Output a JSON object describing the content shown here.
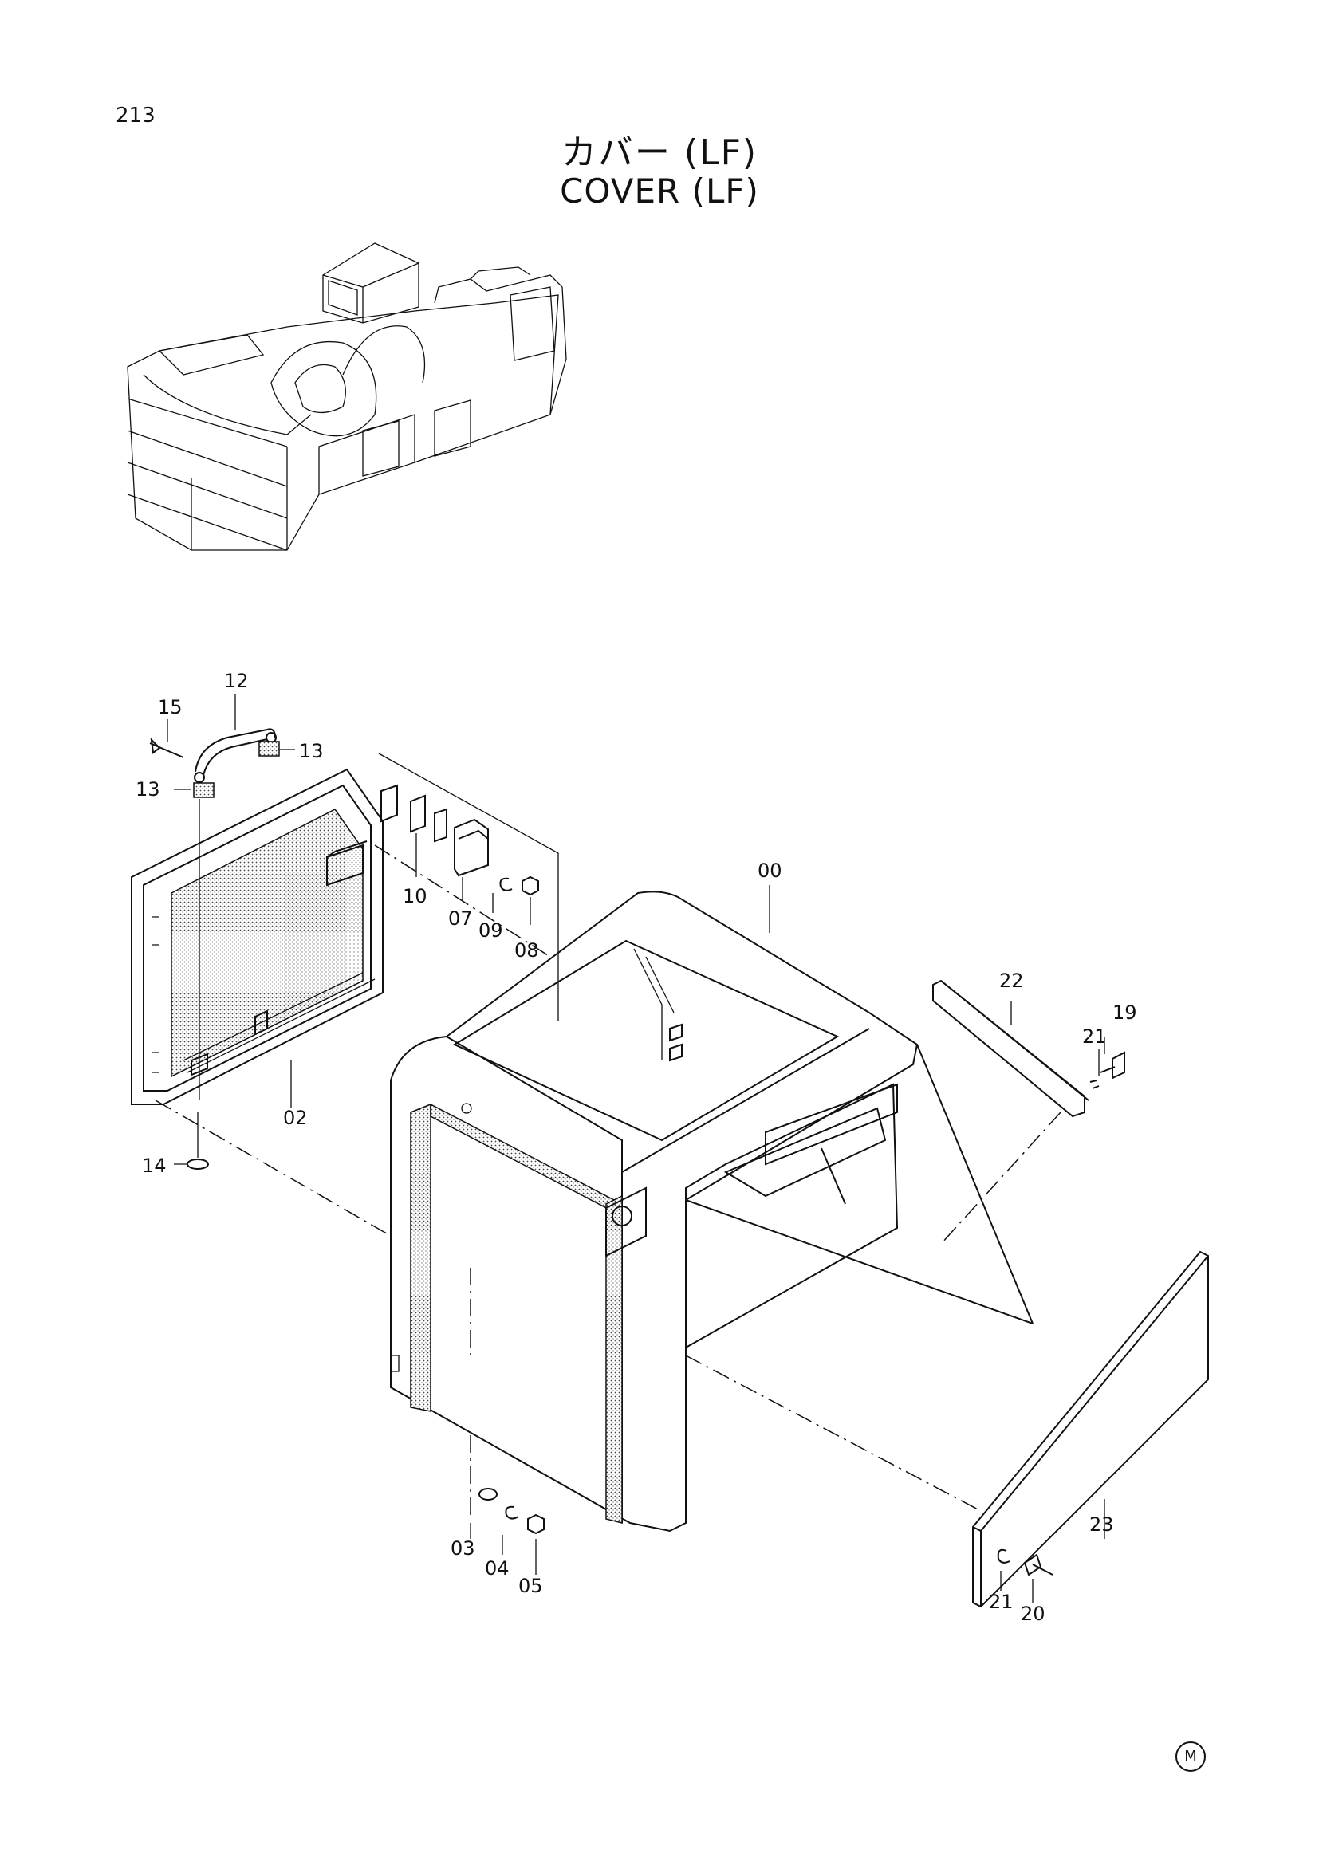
{
  "header": {
    "page_number": "213",
    "title_jp": "カバー (LF)",
    "title_en": "COVER (LF)"
  },
  "footer": {
    "mark": "M"
  },
  "callouts": {
    "c00": "00",
    "c02": "02",
    "c03": "03",
    "c04": "04",
    "c05": "05",
    "c07": "07",
    "c08": "08",
    "c09": "09",
    "c10": "10",
    "c12": "12",
    "c13a": "13",
    "c13b": "13",
    "c14": "14",
    "c15": "15",
    "c19": "19",
    "c20": "20",
    "c21a": "21",
    "c21b": "21",
    "c22": "22",
    "c23": "23"
  }
}
